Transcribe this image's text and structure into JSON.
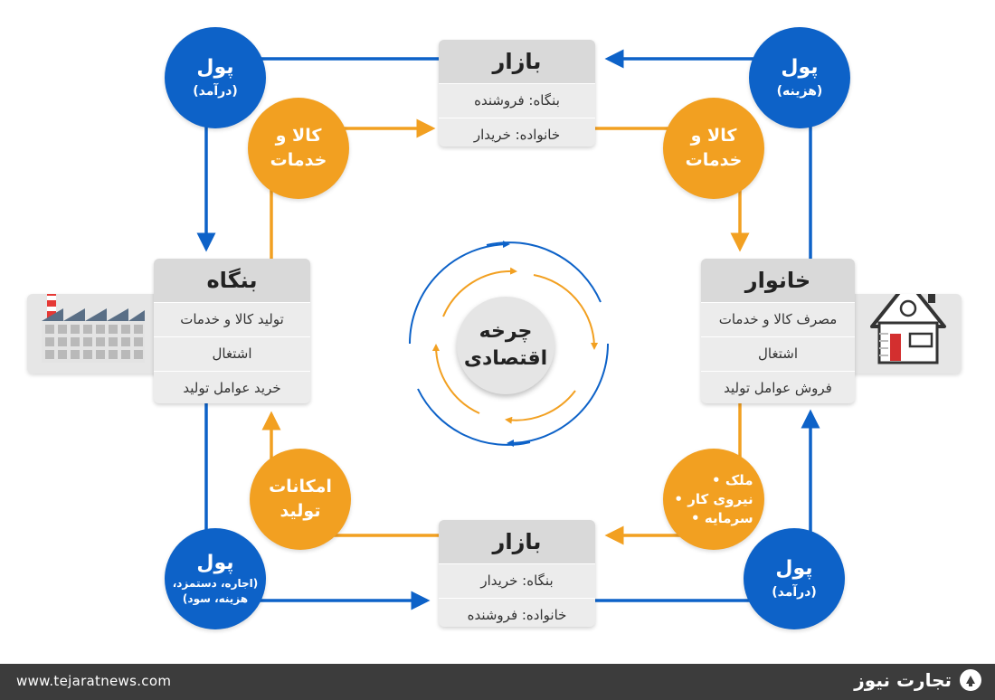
{
  "colors": {
    "blue": "#0d62c8",
    "orange": "#f2a021",
    "card": "#ececec",
    "card_header": "#d9d9d9",
    "footer": "#3c3c3c"
  },
  "market_top": {
    "title": "بازار",
    "rows": [
      "بنگاه: فروشنده",
      "خانواده: خریدار"
    ]
  },
  "market_bottom": {
    "title": "بازار",
    "rows": [
      "بنگاه: خریدار",
      "خانواده: فروشنده"
    ]
  },
  "firm": {
    "title": "بنگاه",
    "rows": [
      "تولید کالا و خدمات",
      "اشتغال",
      "خرید عوامل تولید"
    ],
    "icon": "factory-icon"
  },
  "household": {
    "title": "خانوار",
    "rows": [
      "مصرف کالا و خدمات",
      "اشتغال",
      "فروش عوامل تولید"
    ],
    "icon": "house-icon"
  },
  "money_tl": {
    "title": "پول",
    "sub": "(درآمد)"
  },
  "money_tr": {
    "title": "پول",
    "sub": "(هزینه)"
  },
  "money_bl": {
    "title": "پول",
    "sub_lines": [
      "(اجاره، دستمزد،",
      "هزینه، سود)"
    ]
  },
  "money_br": {
    "title": "پول",
    "sub": "(درآمد)"
  },
  "goods_left": {
    "lines": [
      "کالا و",
      "خدمات"
    ]
  },
  "goods_right": {
    "lines": [
      "کالا و",
      "خدمات"
    ]
  },
  "production": {
    "lines": [
      "امکانات",
      "تولید"
    ]
  },
  "factors": {
    "items": [
      "ملک",
      "نیروی کار",
      "سرمایه"
    ]
  },
  "center": {
    "lines": [
      "چرخه",
      "اقتصادی"
    ]
  },
  "footer": {
    "url": "www.tejaratnews.com",
    "brand": "تجارت نیوز",
    "logo_icon": "tejaratnews-logo-icon"
  }
}
